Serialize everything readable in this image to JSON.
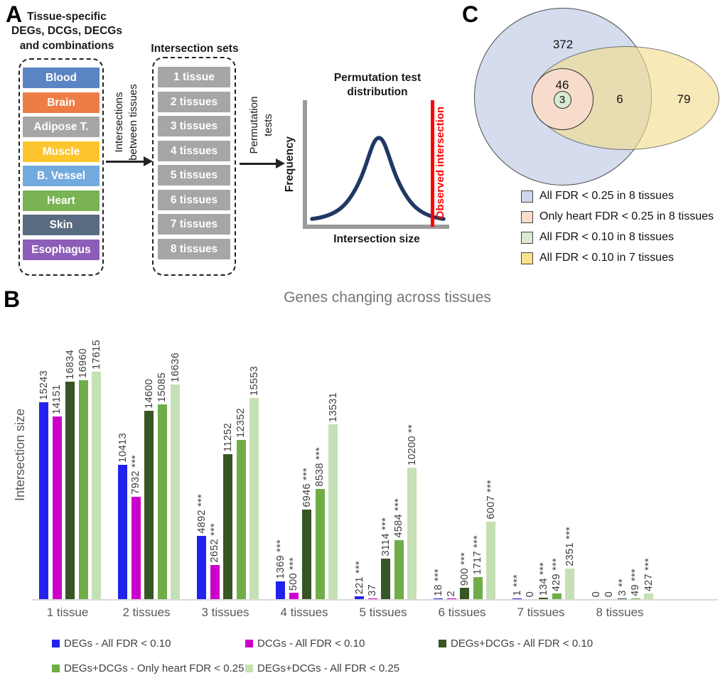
{
  "panel_a": {
    "label": "A",
    "tissue_column": {
      "title": "Tissue-specific\nDEGs, DCGs, DECGs\nand combinations",
      "tissues": [
        {
          "name": "Blood",
          "color": "#5B84C4"
        },
        {
          "name": "Brain",
          "color": "#ED7D45"
        },
        {
          "name": "Adipose T.",
          "color": "#A6A6A6"
        },
        {
          "name": "Muscle",
          "color": "#FDC52E"
        },
        {
          "name": "B. Vessel",
          "color": "#73AADD"
        },
        {
          "name": "Heart",
          "color": "#79B352"
        },
        {
          "name": "Skin",
          "color": "#596B80"
        },
        {
          "name": "Esophagus",
          "color": "#8D5EB7"
        }
      ]
    },
    "arrow1_label": "Intersections\nbetween tissues",
    "sets_column": {
      "title": "Intersection sets",
      "box_color": "#A6A6A6",
      "sets": [
        "1 tissue",
        "2 tissues",
        "3 tissues",
        "4 tissues",
        "5 tissues",
        "6 tissues",
        "7 tissues",
        "8 tissues"
      ]
    },
    "arrow2_label": "Permutation\ntests",
    "perm_plot": {
      "title": "Permutation test\ndistribution",
      "ylabel": "Frequency",
      "xlabel": "Intersection size",
      "observed_label": "Observed intersection",
      "curve_color": "#1F3864",
      "observed_color": "#FF0000"
    }
  },
  "panel_b": {
    "label": "B"
  },
  "chart_data": {
    "type": "bar",
    "title": "Genes changing across tissues",
    "ylabel": "Intersection size",
    "xlabel": "",
    "ylim": [
      0,
      18000
    ],
    "grid": false,
    "legend_position": "bottom",
    "categories": [
      "1 tissue",
      "2 tissues",
      "3 tissues",
      "4 tissues",
      "5 tissues",
      "6 tissues",
      "7 tissues",
      "8 tissues"
    ],
    "series": [
      {
        "name": "DEGs - All FDR < 0.10",
        "color": "#2222EF",
        "values": [
          15243,
          10413,
          4892,
          1369,
          221,
          18,
          1,
          0
        ],
        "labels": [
          "15243",
          "10413",
          "4892 ***",
          "1369 ***",
          "221 ***",
          "18 ***",
          "1 ***",
          "0"
        ]
      },
      {
        "name": "DCGs - All FDR < 0.10",
        "color": "#CC00CC",
        "values": [
          14151,
          7932,
          2652,
          500,
          37,
          2,
          0,
          0
        ],
        "labels": [
          "14151",
          "7932 ***",
          "2652 ***",
          "500 ***",
          "37",
          "2",
          "0",
          "0"
        ]
      },
      {
        "name": "DEGs+DCGs - All FDR < 0.10",
        "color": "#375623",
        "values": [
          16834,
          14600,
          11252,
          6946,
          3114,
          900,
          134,
          3
        ],
        "labels": [
          "16834",
          "14600",
          "11252",
          "6946 ***",
          "3114 ***",
          "900 ***",
          "134 ***",
          "3 **"
        ]
      },
      {
        "name": "DEGs+DCGs - Only heart FDR < 0.25",
        "color": "#70AD47",
        "values": [
          16960,
          15085,
          12352,
          8538,
          4584,
          1717,
          429,
          49
        ],
        "labels": [
          "16960",
          "15085",
          "12352",
          "8538 ***",
          "4584 ***",
          "1717 ***",
          "429 ***",
          "49 ***"
        ]
      },
      {
        "name": "DEGs+DCGs - All FDR < 0.25",
        "color": "#C5E0B4",
        "values": [
          17615,
          16636,
          15553,
          13531,
          10200,
          6007,
          2351,
          427
        ],
        "labels": [
          "17615",
          "16636",
          "15553",
          "13531",
          "10200 **",
          "6007 ***",
          "2351 ***",
          "427 ***"
        ]
      }
    ]
  },
  "panel_c": {
    "label": "C",
    "venn": {
      "blue_only": "372",
      "pink_region": "46",
      "green_region": "3",
      "overlap_blue_yellow": "6",
      "yellow_only": "79",
      "blue_fill": "#CDD7EC",
      "yellow_fill": "#F5DE8D",
      "pink_fill": "#F8DCCB",
      "green_fill": "#D9EAD3"
    },
    "legend": [
      {
        "label": "All FDR < 0.25 in 8 tissues",
        "color": "#CDD7EC"
      },
      {
        "label": "Only heart FDR < 0.25 in 8 tissues",
        "color": "#FADCCB"
      },
      {
        "label": "All FDR < 0.10 in 8 tissues",
        "color": "#D9EAD3"
      },
      {
        "label": "All FDR < 0.10 in 7 tissues",
        "color": "#FBE18C"
      }
    ]
  }
}
